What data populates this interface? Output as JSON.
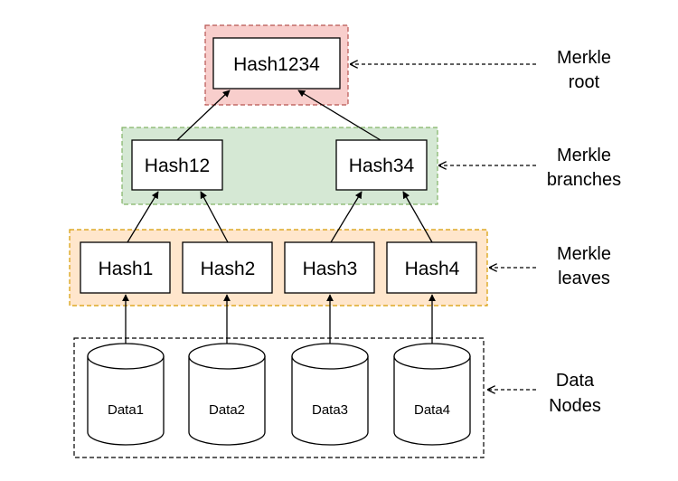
{
  "colors": {
    "root_group_fill": "#f8cecc",
    "root_group_stroke": "#b85450",
    "branch_group_fill": "#d5e8d4",
    "branch_group_stroke": "#82b366",
    "leaf_group_fill": "#ffe6cc",
    "leaf_group_stroke": "#d79b00",
    "data_group_stroke": "#000000",
    "node_fill": "#ffffff",
    "node_stroke": "#000000"
  },
  "nodes": {
    "root": "Hash1234",
    "branch_left": "Hash12",
    "branch_right": "Hash34",
    "leaf_1": "Hash1",
    "leaf_2": "Hash2",
    "leaf_3": "Hash3",
    "leaf_4": "Hash4"
  },
  "data_nodes": [
    "Data1",
    "Data2",
    "Data3",
    "Data4"
  ],
  "labels": {
    "root": [
      "Merkle",
      "root"
    ],
    "branches": [
      "Merkle",
      "branches"
    ],
    "leaves": [
      "Merkle",
      "leaves"
    ],
    "data": [
      "Data",
      "Nodes"
    ]
  }
}
